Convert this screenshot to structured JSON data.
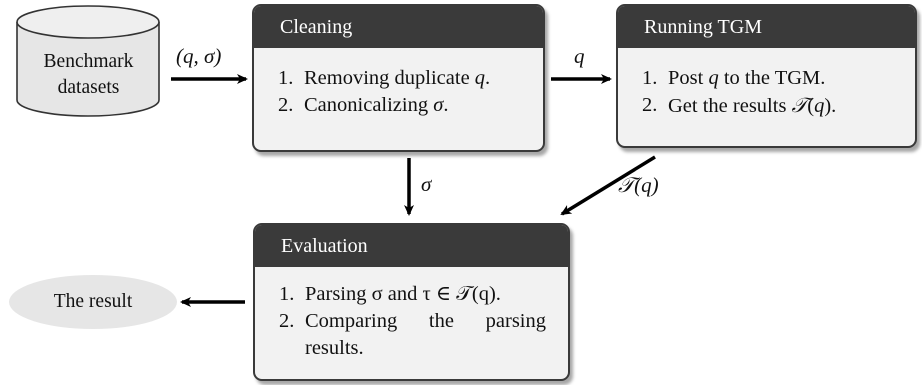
{
  "datasets": {
    "line1": "Benchmark",
    "line2": "datasets"
  },
  "cleaning": {
    "title": "Cleaning",
    "items": [
      {
        "num": "1.",
        "text": "Removing duplicate",
        "math": "q",
        "tail": "."
      },
      {
        "num": "2.",
        "text": "Canonicalizing",
        "math": "σ",
        "tail": "."
      }
    ]
  },
  "tgm": {
    "title": "Running TGM",
    "items": [
      {
        "num": "1.",
        "pre": "Post",
        "math": "q",
        "post": "to the TGM."
      },
      {
        "num": "2.",
        "pre": "Get the results",
        "cal": "𝒯",
        "post": "(",
        "math": "q",
        "tail": ")."
      }
    ]
  },
  "evaluation": {
    "title": "Evaluation",
    "items": [
      {
        "num": "1.",
        "text": "Parsing σ and τ ∈ 𝒯(q)."
      },
      {
        "num": "2.",
        "text": "Comparing the parsing",
        "cont": "results."
      }
    ]
  },
  "result": {
    "label": "The result"
  },
  "edge_labels": {
    "datasets_to_cleaning": "(q, σ)",
    "cleaning_to_tgm": "q",
    "cleaning_to_evaluation": "σ",
    "tgm_to_evaluation": "𝒯(q)"
  }
}
